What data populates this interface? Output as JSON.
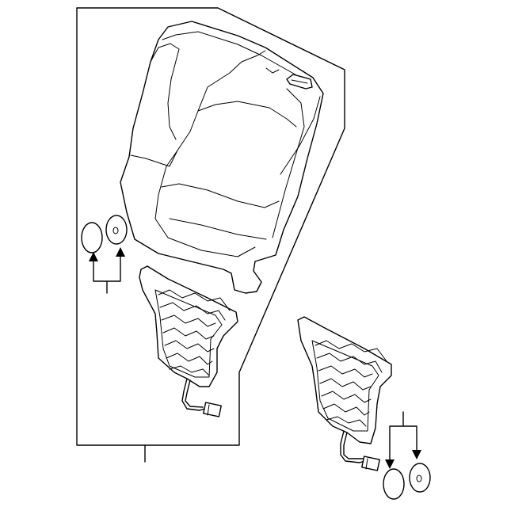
{
  "diagram": {
    "background_color": "#ffffff",
    "line_color": "#000000",
    "parts": [
      {
        "name": "seat-back-cushion",
        "icon": "seat-cushion-icon"
      },
      {
        "name": "seat-heater-pad-left",
        "icon": "heater-pad-icon"
      },
      {
        "name": "seat-heater-pad-right",
        "icon": "heater-pad-icon"
      },
      {
        "name": "pad-wire-connector",
        "icon": "connector-icon"
      },
      {
        "name": "plug-washer-pair-left",
        "icon": "washer-icon"
      },
      {
        "name": "plug-washer-pair-right",
        "icon": "washer-icon"
      }
    ]
  }
}
